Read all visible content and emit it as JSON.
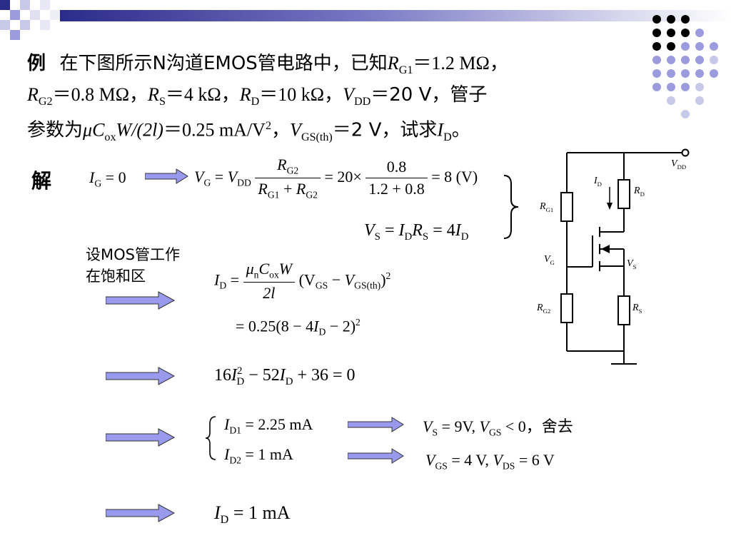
{
  "colors": {
    "dot_black": "#000000",
    "dot_purple": "#9b9bde",
    "dot_light": "#c8c8e8",
    "bar_dark": "#2b2b8a",
    "arrow_fill": "#9999ee"
  },
  "example": {
    "tag": "例",
    "line1_pre": "在下图所示N沟道EMOS管电路中，已知",
    "rg1_val": "＝1.2 MΩ，",
    "rg2_val": "＝0.8 MΩ，",
    "rs_val": "＝4 kΩ，",
    "rd_val": "＝10 kΩ，",
    "vdd_val": "＝20 V，管子",
    "line3_pre": "参数为",
    "mucox": "μC",
    "ox": "ox",
    "wl": "W/(2l)",
    "line3_val": "＝0.25 mA/V",
    "sq2": "2",
    "vgsth_val": "＝2 V，试求",
    "id_end": "。"
  },
  "solution": {
    "tag": "解",
    "ig_eq": "= 0",
    "vg_mid": "= 20×",
    "num": "0.8",
    "den": "1.2 + 0.8",
    "vg_res": "= 8 (V)",
    "vs_eq": "= 4",
    "assume": "设MOS管工作在饱和区",
    "id_frac_d": "2l",
    "id_paren": "(V",
    "id_line2": "= 0.25(8 − 4",
    "id_line2_end": " − 2)",
    "quad_a": "16",
    "quad_mid": " − 52",
    "quad_end": " + 36 = 0",
    "id1": "= 2.25 mA",
    "id2": "= 1 mA",
    "res1": "= 9V, ",
    "res1b": " < 0",
    "res1_note": "，舍去",
    "res2a": "= 4 V, ",
    "res2b": "= 6 V",
    "final": "= 1 mA"
  },
  "circuit": {
    "vdd": "V",
    "vdd_sub": "DD",
    "id": "I",
    "id_sub": "D",
    "rd": "R",
    "rd_sub": "D",
    "rg1": "R",
    "rg1_sub": "G1",
    "vg": "V",
    "vg_sub": "G",
    "vs": "V",
    "vs_sub": "S",
    "rg2": "R",
    "rg2_sub": "G2",
    "rs": "R",
    "rs_sub": "S"
  }
}
